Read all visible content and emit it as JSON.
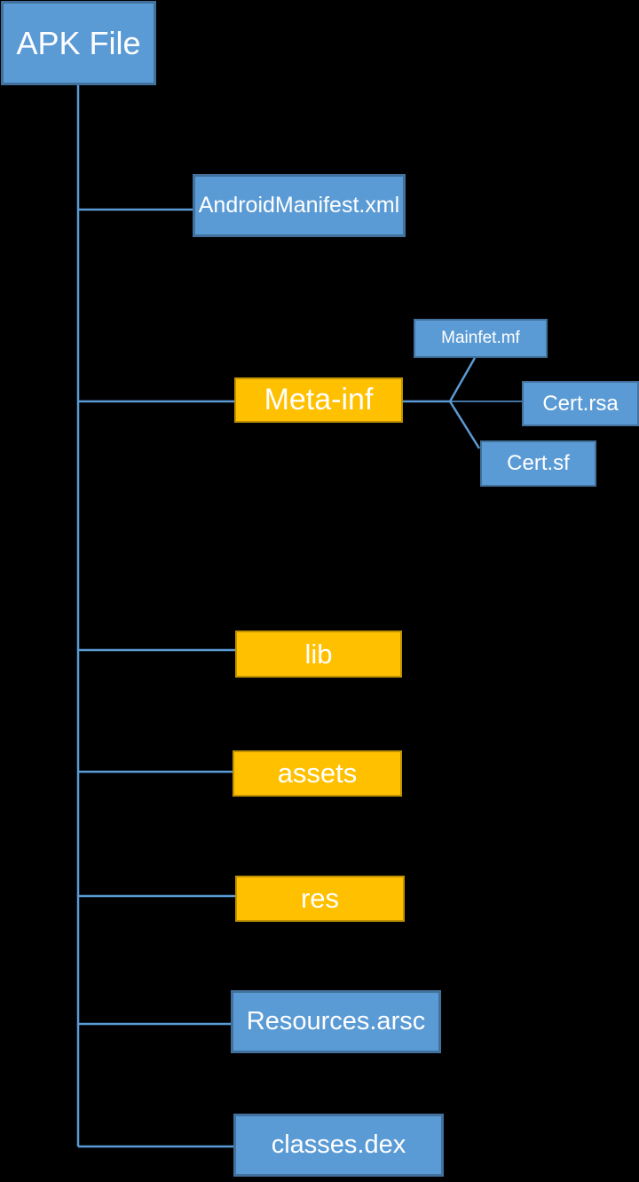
{
  "diagram": {
    "description": "APK file structure tree diagram",
    "background_color": "#000000",
    "colors": {
      "blue_fill": "#5B9BD5",
      "blue_border": "#41719C",
      "orange_fill": "#FFC000",
      "orange_border": "#BF9000",
      "connector": "#5B9BD5",
      "text": "#FFFFFF"
    },
    "nodes": {
      "apk_file": {
        "label": "APK File",
        "type": "blue"
      },
      "android_manifest": {
        "label": "AndroidManifest.xml",
        "type": "blue"
      },
      "meta_inf": {
        "label": "Meta-inf",
        "type": "orange"
      },
      "mainfet_mf": {
        "label": "Mainfet.mf",
        "type": "blue"
      },
      "cert_rsa": {
        "label": "Cert.rsa",
        "type": "blue"
      },
      "cert_sf": {
        "label": "Cert.sf",
        "type": "blue"
      },
      "lib": {
        "label": "lib",
        "type": "orange"
      },
      "assets": {
        "label": "assets",
        "type": "orange"
      },
      "res": {
        "label": "res",
        "type": "orange"
      },
      "resources_arsc": {
        "label": "Resources.arsc",
        "type": "blue"
      },
      "classes_dex": {
        "label": "classes.dex",
        "type": "blue"
      }
    },
    "edges": [
      {
        "from": "apk_file",
        "to": "android_manifest"
      },
      {
        "from": "apk_file",
        "to": "meta_inf"
      },
      {
        "from": "meta_inf",
        "to": "mainfet_mf"
      },
      {
        "from": "meta_inf",
        "to": "cert_rsa"
      },
      {
        "from": "meta_inf",
        "to": "cert_sf"
      },
      {
        "from": "apk_file",
        "to": "lib"
      },
      {
        "from": "apk_file",
        "to": "assets"
      },
      {
        "from": "apk_file",
        "to": "res"
      },
      {
        "from": "apk_file",
        "to": "resources_arsc"
      },
      {
        "from": "apk_file",
        "to": "classes_dex"
      }
    ]
  }
}
